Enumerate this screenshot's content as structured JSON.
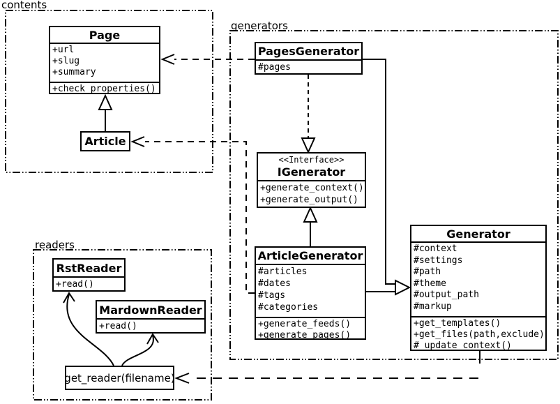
{
  "packages": {
    "contents": {
      "label": "contents"
    },
    "generators": {
      "label": "generators"
    },
    "readers": {
      "label": "readers"
    }
  },
  "classes": {
    "page": {
      "title": "Page",
      "attributes": [
        "+url",
        "+slug",
        "+summary"
      ],
      "methods": [
        "+check_properties()"
      ]
    },
    "article": {
      "title": "Article"
    },
    "pages_generator": {
      "title": "PagesGenerator",
      "attributes": [
        "#pages"
      ]
    },
    "igenerator": {
      "stereotype": "<<Interface>>",
      "title": "IGenerator",
      "methods": [
        "+generate_context()",
        "+generate_output()"
      ]
    },
    "article_generator": {
      "title": "ArticleGenerator",
      "attributes": [
        "#articles",
        "#dates",
        "#tags",
        "#categories"
      ],
      "methods": [
        "+generate_feeds()",
        "+generate_pages()"
      ]
    },
    "generator": {
      "title": "Generator",
      "attributes": [
        "#context",
        "#settings",
        "#path",
        "#theme",
        "#output_path",
        "#markup"
      ],
      "methods": [
        "+get_templates()",
        "+get_files(path,exclude)",
        "#_update_context()"
      ]
    },
    "rst_reader": {
      "title": "RstReader",
      "methods": [
        "+read()"
      ]
    },
    "markdown_reader": {
      "title": "MardownReader",
      "methods": [
        "+read()"
      ]
    },
    "get_reader": {
      "title": "get_reader(filename)"
    }
  },
  "colors": {
    "line": "#000000",
    "background": "#ffffff",
    "box_fill": "#ffffff"
  }
}
